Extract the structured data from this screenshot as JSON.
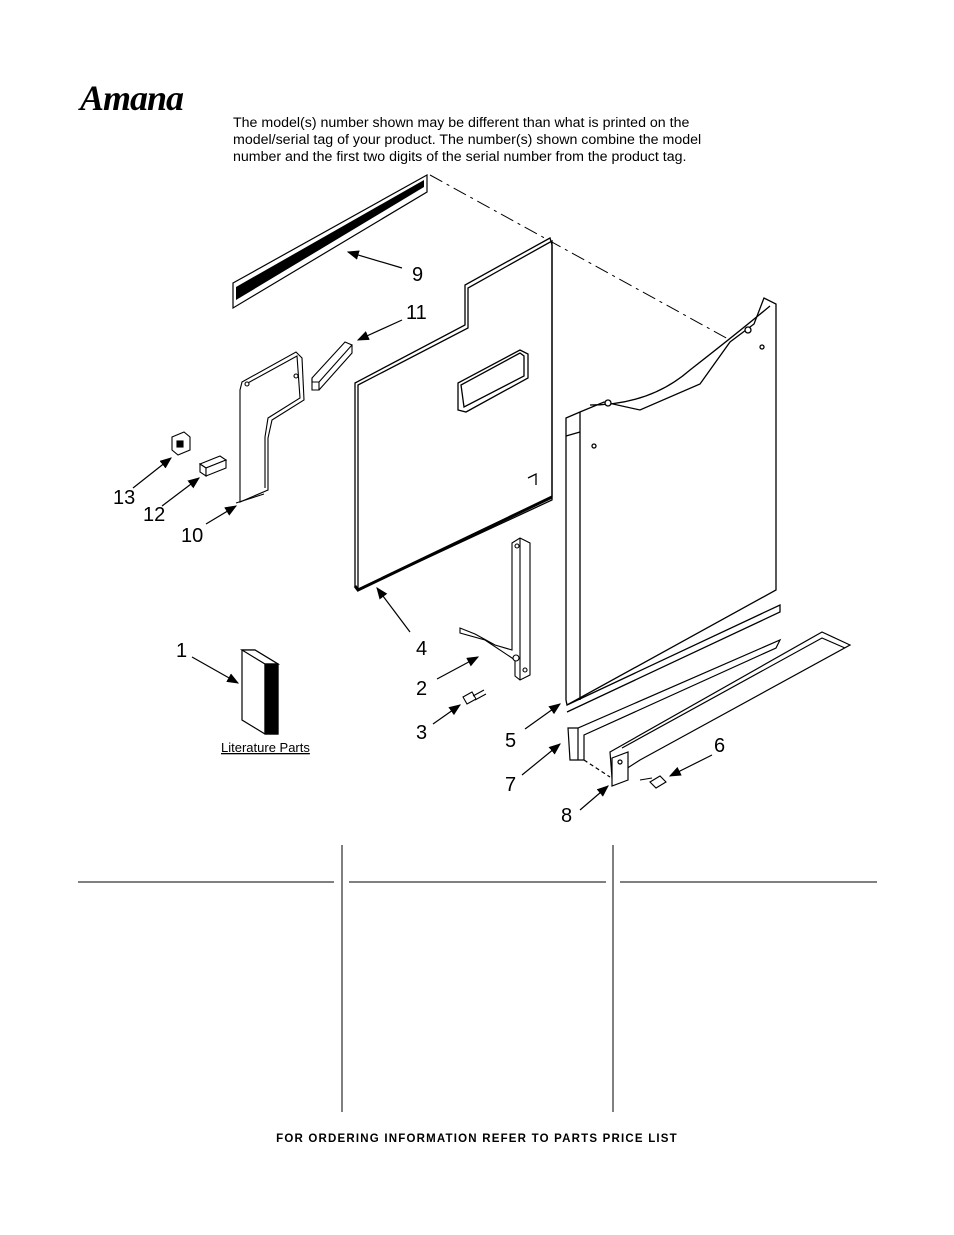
{
  "brand": {
    "logo_text": "Amana"
  },
  "intro": {
    "lines": [
      "The model(s) number shown may be different than what is printed on the",
      "model/serial tag of your product. The number(s) shown combine the model",
      "number and the first two digits of the serial number from the product tag."
    ]
  },
  "diagram": {
    "callouts": {
      "c1": "1",
      "c2": "2",
      "c3": "3",
      "c4": "4",
      "c5": "5",
      "c6": "6",
      "c7": "7",
      "c8": "8",
      "c9": "9",
      "c10": "10",
      "c11": "11",
      "c12": "12",
      "c13": "13"
    },
    "literature_label": "Literature Parts"
  },
  "footer": {
    "text": "FOR ORDERING INFORMATION REFER TO PARTS PRICE LIST"
  }
}
